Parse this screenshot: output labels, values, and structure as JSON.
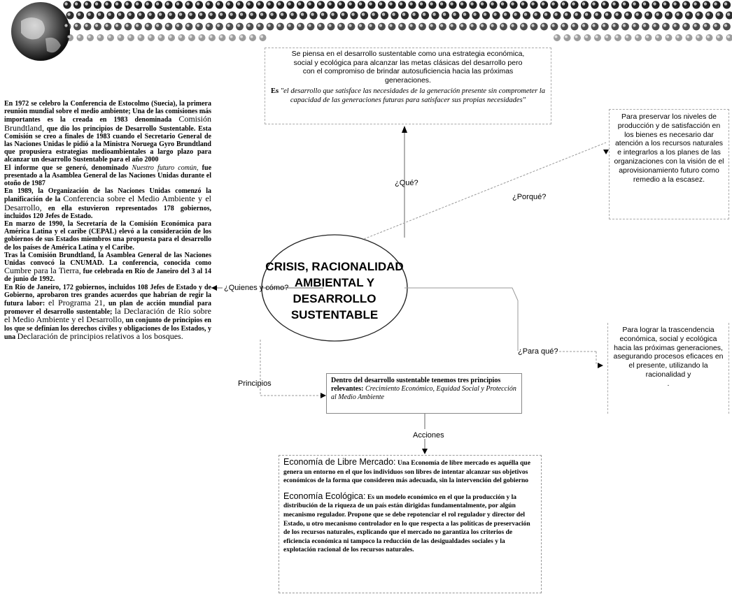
{
  "center": {
    "title_lines": [
      "CRISIS, RACIONALIDAD",
      "AMBIENTAL Y",
      "DESARROLLO",
      "SUSTENTABLE"
    ]
  },
  "labels": {
    "que": "¿Qué?",
    "porque": "¿Porqué?",
    "quienes": "¿Quienes y cómo?",
    "para_que": "¿Para qué?",
    "principios": "Principios",
    "acciones": "Acciones"
  },
  "top_box": {
    "line1": "Se piensa en el desarrollo sustentable como una estrategia económica,",
    "line2": "social y ecológica para alcanzar las metas clásicas del desarrollo pero",
    "line3": "con el compromiso de brindar autosuficiencia hacia las próximas",
    "line4": "generaciones.",
    "quote_lead": "Es",
    "quote": "\"el desarrollo que satisface las necesidades de la generación presente sin comprometer la capacidad de las generaciones futuras para satisfacer sus propias necesidades\""
  },
  "right_box_porque": {
    "text": "Para preservar los niveles de producción y de satisfacción en los bienes es necesario dar atención a los recursos naturales e integrarlos a los planes de las organizaciones con la visión de el aprovisionamiento futuro como remedio a la escasez."
  },
  "right_box_paraque": {
    "text": "Para lograr la trascendencia económica, social y ecológica hacia las próximas generaciones, asegurando procesos eficaces en el presente, utilizando la racionalidad y",
    "tail": "."
  },
  "principios_box": {
    "lead": "Dentro del desarrollo sustentable tenemos tres principios relevantes:",
    "items": "Crecimiento Económico, Equidad Social y Protección al Medio Ambiente"
  },
  "acciones_box": {
    "libre_title": "Economía de Libre Mercado:",
    "libre_text": "Una Economía de libre mercado es aquélla que genera un entorno en el que los individuos son libres de intentar alcanzar sus objetivos económicos de la forma que consideren más adecuada, sin la intervención del gobierno",
    "eco_title": "Economía Ecológica:",
    "eco_text": "Es un modelo económico en el que la producción y la distribución de la riqueza de un país están dirigidas fundamentalmente, por algún mecanismo regulador. Propone que se debe repotenciar el rol regulador y director del Estado, u otro mecanismo controlador en lo que respecta a las políticas de preservación de los recursos naturales, explicando que el mercado no garantiza los criterios de eficiencia económica ni tampoco la reducción de las desigualdades sociales y la explotación racional de los recursos naturales."
  },
  "left_column": {
    "p1a": "En 1972 se celebro la Conferencia de Estocolmo (Suecia), la primera reunión mundial sobre el medio ambiente; Una de las comisiones más importantes es la creada en 1983 denominada",
    "p1big": "Comisión Brundtland,",
    "p1b": "que dio los principios de Desarrollo Sustentable. Esta Comisión se creo a finales de 1983 cuando el Secretario General de las Naciones Unidas le pidió a la Ministra Noruega Gyro Brundtland que propusiera estrategias medioambientales a largo plazo para alcanzar un desarrollo Sustentable para el año 2000",
    "p2a": "El informe que se generó, denominado",
    "p2it": "Nuestro futuro común,",
    "p2b": "fue presentado a la Asamblea General de las Naciones Unidas durante el otoño de 1987",
    "p3a": "En 1989, la Organización de las Naciones Unidas comenzó la planificación de la",
    "p3big": "Conferencia sobre el Medio Ambiente y el Desarrollo,",
    "p3b": "en ella estuvieron representados 178 gobiernos, incluidos 120 Jefes de Estado.",
    "p4": "En marzo de 1990, la Secretaría de la Comisión Económica para América Latina y el caribe (CEPAL) elevó a la consideración de los gobiernos de sus Estados miembros una propuesta para el desarrollo de los países de América Latina y el Caribe.",
    "p5a": "Tras la Comisión Brundtland, la Asamblea General de las Naciones Unidas convocó la CNUMAD. La conferencia, conocida como",
    "p5big": "Cumbre para la Tierra,",
    "p5b": "fue celebrada en Río de Janeiro del 3 al 14 de junio de 1992.",
    "p6a": "En Río de Janeiro, 172 gobiernos, incluidos 108 Jefes de Estado y de Gobierno, aprobaron tres grandes acuerdos que habrían de regir la futura labor:",
    "p6big1": "el Programa 21,",
    "p6b": "un plan de acción mundial para promover el desarrollo sustentable;",
    "p6big2": "la Declaración de Río sobre el Medio Ambiente y el Desarrollo,",
    "p6c": "un conjunto de principios en los que se definían los derechos civiles y obligaciones de los Estados, y una",
    "p6big3": "Declaración de principios",
    "p6d": "relativos a los bosques."
  }
}
